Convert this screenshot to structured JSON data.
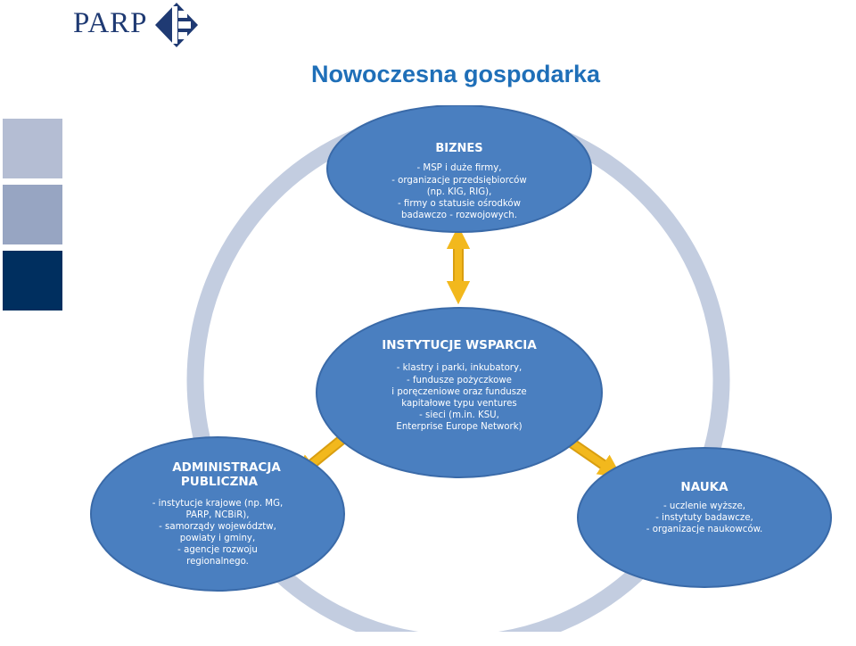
{
  "logo": {
    "text": "PARP"
  },
  "title": "Nowoczesna gospodarka",
  "colors": {
    "logo": "#1f3a73",
    "title": "#1f6fb8",
    "node_fill": "#4a7fc0",
    "ring": "#c3cde0",
    "arrow": "#f2b81d",
    "side_block_1": "#b4bdd3",
    "side_block_2": "#97a5c2",
    "side_block_3": "#002f5f"
  },
  "nodes": {
    "biznes": {
      "title": "BIZNES",
      "lines": [
        "- MSP i duże firmy,",
        "- organizacje przedsiębiorców",
        "(np. KIG, RIG),",
        "- firmy o statusie ośrodków",
        "badawczo - rozwojowych."
      ]
    },
    "instytucje": {
      "title": "INSTYTUCJE WSPARCIA",
      "lines": [
        "- klastry i parki, inkubatory,",
        "- fundusze pożyczkowe",
        "i poręczeniowe  oraz fundusze",
        "kapitałowe typu ventures",
        "- sieci (m.in. KSU,",
        "Enterprise Europe  Network)"
      ]
    },
    "administracja": {
      "title_lines": [
        "ADMINISTRACJA",
        "PUBLICZNA"
      ],
      "lines": [
        "- instytucje krajowe (np. MG,",
        "PARP, NCBiR),",
        "- samorządy województw,",
        "powiaty i gminy,",
        "- agencje rozwoju",
        "regionalnego."
      ]
    },
    "nauka": {
      "title": "NAUKA",
      "lines": [
        "- uczlenie wyższe,",
        "- instytuty badawcze,",
        "- organizacje naukowców."
      ]
    }
  }
}
